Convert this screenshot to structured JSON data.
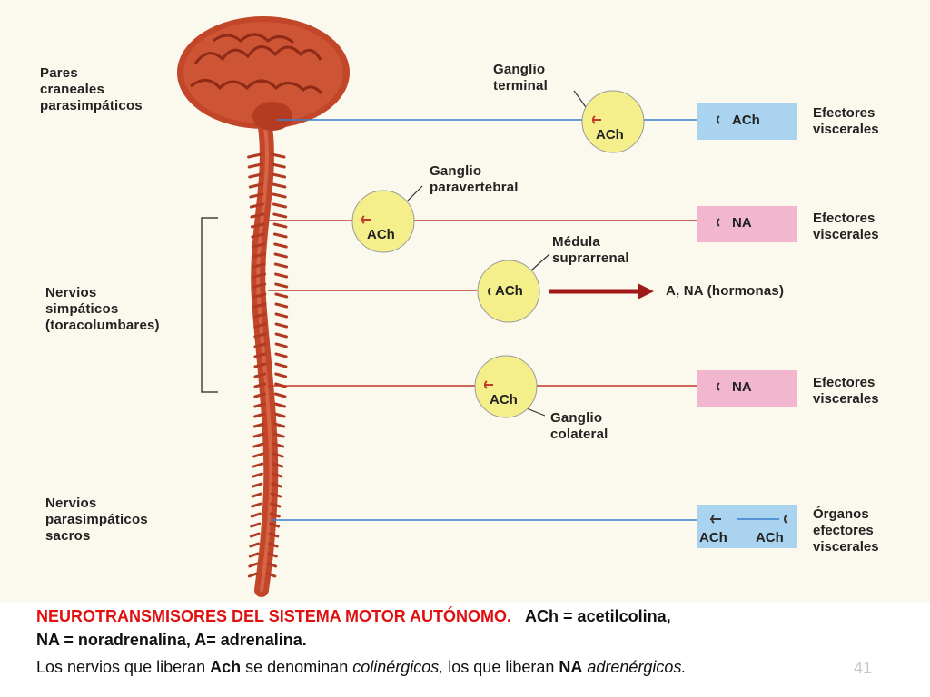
{
  "labels": {
    "cranial": [
      "Pares",
      "craneales",
      "parasimpáticos"
    ],
    "sympathetic": [
      "Nervios",
      "simpáticos",
      "(toracolumbares)"
    ],
    "sacral": [
      "Nervios",
      "parasimpáticos",
      "sacros"
    ],
    "terminal_ganglion": [
      "Ganglio",
      "terminal"
    ],
    "paravertebral_ganglion": [
      "Ganglio",
      "paravertebral"
    ],
    "adrenal_medulla": [
      "Médula",
      "suprarrenal"
    ],
    "collateral_ganglion": [
      "Ganglio",
      "colateral"
    ]
  },
  "ganglia": {
    "terminal": "ACh",
    "paravertebral": "ACh",
    "adrenal": "ACh",
    "collateral": "ACh"
  },
  "targets": {
    "row1": {
      "transmitter": "ACh",
      "effector": [
        "Efectores",
        "viscerales"
      ]
    },
    "row2": {
      "transmitter": "NA",
      "effector": [
        "Efectores",
        "viscerales"
      ]
    },
    "row3": {
      "output": "A, NA (hormonas)"
    },
    "row4": {
      "transmitter": "NA",
      "effector": [
        "Efectores",
        "viscerales"
      ]
    },
    "row5": {
      "transmitter_1": "ACh",
      "transmitter_2": "ACh",
      "effector": [
        "Órganos",
        "efectores",
        "viscerales"
      ]
    }
  },
  "colors": {
    "parasympathetic_line": "#3a7fd0",
    "sympathetic_line": "#c0392b",
    "ganglion_fill": "#f4ef8a",
    "ach_box": "#a9d3ef",
    "na_box": "#f2b7cf",
    "cns": "#c2462a",
    "caption_red": "#e01010"
  },
  "caption": {
    "title": "NEUROTRANSMISORES DEL SISTEMA  MOTOR  AUTÓNOMO.",
    "def1": "ACh = acetilcolina,",
    "def2": "NA = noradrenalina,  A= adrenalina.",
    "line2_a": "Los nervios que liberan ",
    "line2_b": "Ach",
    "line2_c": " se denominan ",
    "line2_d": "colinérgicos,",
    "line2_e": " los que liberan ",
    "line2_f": "NA",
    "line2_g": " adrenérgicos."
  },
  "page_number": "41"
}
